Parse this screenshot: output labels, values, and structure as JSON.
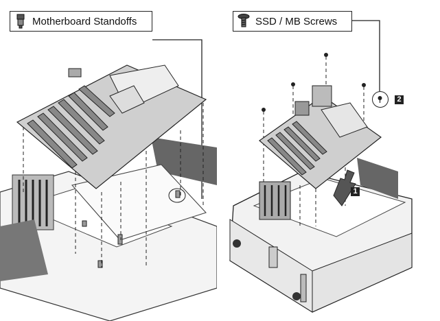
{
  "labels": {
    "standoffs": "Motherboard Standoffs",
    "screws": "SSD / MB Screws"
  },
  "steps": {
    "step1": "1",
    "step2": "2"
  },
  "icons": {
    "standoffs": "standoff-icon",
    "screws": "screw-icon",
    "arrow": "down-arrow-icon"
  }
}
